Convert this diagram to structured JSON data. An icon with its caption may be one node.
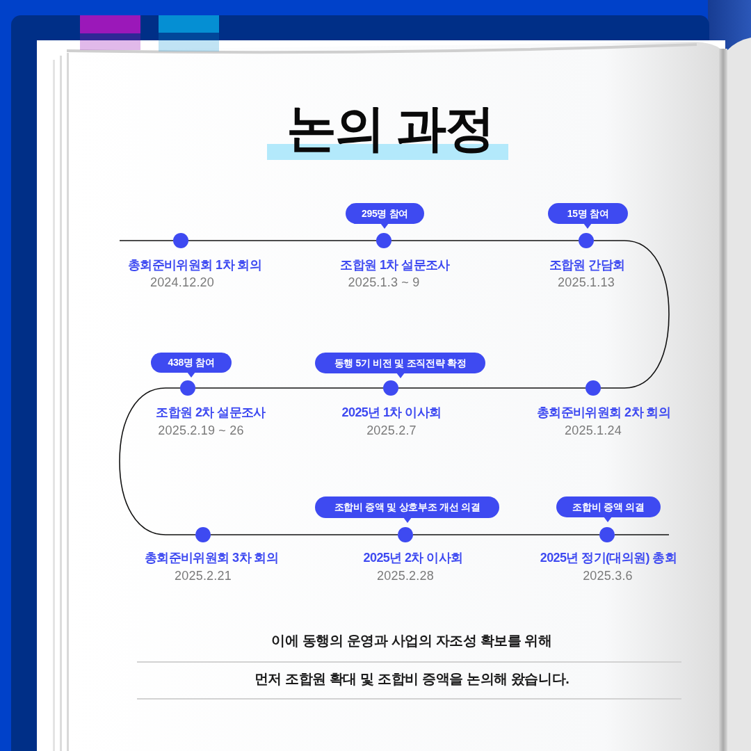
{
  "diagram": {
    "title": "논의 과정",
    "nodes": [
      {
        "text": [],
        "shape": "circle",
        "beside": [
          "총회준비위원회 1차 회의",
          "2024.12.20"
        ]
      },
      {
        "text": [
          "295명 참여"
        ]
      },
      {
        "text": [],
        "shape": "circle",
        "beside": [
          "조합원 1차 설문조사",
          "2025.1.3 ~ 9"
        ]
      },
      {
        "text": [
          "15명 참여"
        ]
      },
      {
        "text": [],
        "shape": "circle",
        "beside": [
          "조합원 간담회",
          "2025.1.13"
        ]
      },
      {
        "text": [],
        "shape": "circle",
        "beside": [
          "총회준비위원회 2차 회의",
          "2025.1.24"
        ]
      },
      {
        "text": [
          "동행 5기 비전 및 조직전략 확정"
        ]
      },
      {
        "text": [],
        "shape": "circle",
        "beside": [
          "2025년 1차 이사회",
          "2025.2.7"
        ]
      },
      {
        "text": [
          "438명 참여"
        ]
      },
      {
        "text": [],
        "shape": "circle",
        "beside": [
          "조합원 2차 설문조사",
          "2025.2.19 ~ 26"
        ]
      },
      {
        "text": [],
        "shape": "circle",
        "beside": [
          "총회준비위원회 3차 회의",
          "2025.2.21"
        ]
      },
      {
        "text": [
          "조합비 증액 및 상호부조 개선 의결"
        ]
      },
      {
        "text": [],
        "shape": "circle",
        "beside": [
          "2025년 2차 이사회",
          "2025.2.28"
        ]
      },
      {
        "text": [
          "조합비 증액 의결"
        ]
      },
      {
        "text": [],
        "shape": "circle",
        "beside": [
          "2025년 정기(대의원) 총회",
          "2025.3.6"
        ]
      }
    ],
    "edges": [
      {
        "from": null,
        "to": 0,
        "arrow": "none"
      },
      {
        "from": 0,
        "to": 2,
        "arrow": "none"
      },
      {
        "from": 2,
        "to": 4,
        "arrow": "none"
      },
      {
        "from": 4,
        "to": 5,
        "arrow": "none"
      },
      {
        "from": 5,
        "to": 7,
        "arrow": "none"
      },
      {
        "from": 7,
        "to": 9,
        "arrow": "none"
      },
      {
        "from": 9,
        "to": 10,
        "arrow": "none"
      },
      {
        "from": 10,
        "to": 12,
        "arrow": "none"
      },
      {
        "from": 12,
        "to": 14,
        "arrow": "none"
      },
      {
        "from": 14,
        "to": null,
        "arrow": "none"
      }
    ],
    "labels": [
      "이에 동행의 운영과 사업의 자조성 확보를 위해",
      "먼저 조합원 확대 및 조합비 증액을 논의해 왔습니다."
    ]
  }
}
